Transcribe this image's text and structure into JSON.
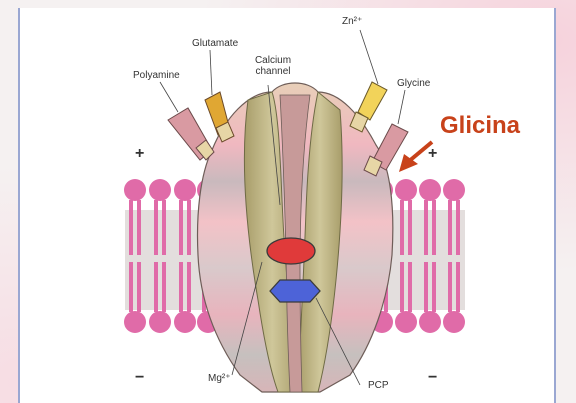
{
  "labels": {
    "zn": "Zn²⁺",
    "glutamate": "Glutamate",
    "calcium_line1": "Calcium",
    "calcium_line2": "channel",
    "polyamine": "Polyamine",
    "glycine": "Glycine",
    "mg": "Mg²⁺",
    "pcp": "PCP"
  },
  "annotation": "Glicina",
  "signs": {
    "plus_left": "+",
    "plus_right": "+",
    "minus_left": "−",
    "minus_right": "−"
  },
  "colors": {
    "annotation": "#c8421a",
    "membrane_head": "#e06ba8",
    "mg_site": "#e03a3a",
    "pcp_site": "#4d63d8",
    "channel_body": "#b9b48a",
    "pore": "#b07d7d"
  }
}
